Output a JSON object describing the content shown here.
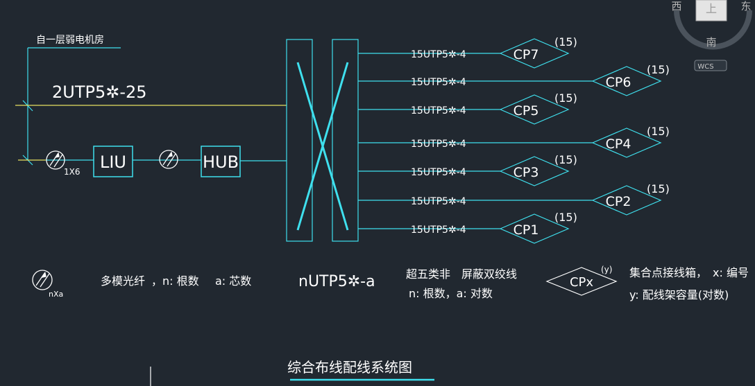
{
  "source_label": "自一层弱电机房",
  "trunk_cable": "2UTP5✲-25",
  "fiber_core_label": "1X6",
  "liu_label": "LIU",
  "hub_label": "HUB",
  "cp_boxes": [
    {
      "cable": "15UTP5✲-4",
      "label": "CP7",
      "capacity": "(15)"
    },
    {
      "cable": "15UTP5✲-4",
      "label": "CP6",
      "capacity": "(15)"
    },
    {
      "cable": "15UTP5✲-4",
      "label": "CP5",
      "capacity": "(15)"
    },
    {
      "cable": "15UTP5✲-4",
      "label": "CP4",
      "capacity": "(15)"
    },
    {
      "cable": "15UTP5✲-4",
      "label": "CP3",
      "capacity": "(15)"
    },
    {
      "cable": "15UTP5✲-4",
      "label": "CP2",
      "capacity": "(15)"
    },
    {
      "cable": "15UTP5✲-4",
      "label": "CP1",
      "capacity": "(15)"
    }
  ],
  "legend": {
    "fiber_symbol_label": "nXa",
    "fiber_desc_1": "多模光纤",
    "fiber_desc_2": "，n: 根数",
    "fiber_desc_3": "a: 芯数",
    "utp_symbol": "nUTP5✲-a",
    "utp_desc_line1": "超五类非　屏蔽双绞线",
    "utp_desc_line2": "n: 根数，a: 对数",
    "cp_symbol": "CPx",
    "cp_symbol_cap": "(y)",
    "cp_desc_line1": "集合点接线箱，　x: 编号",
    "cp_desc_line2": "y: 配线架容量(对数)"
  },
  "title": "综合布线配线系统图",
  "compass": {
    "west": "西",
    "east": "东",
    "south": "南",
    "top": "上",
    "wcs": "WCS"
  },
  "colors": {
    "cyan": "#3fe0ee",
    "yellow": "#e8e060",
    "white": "#ffffff",
    "bg": "#212830"
  }
}
